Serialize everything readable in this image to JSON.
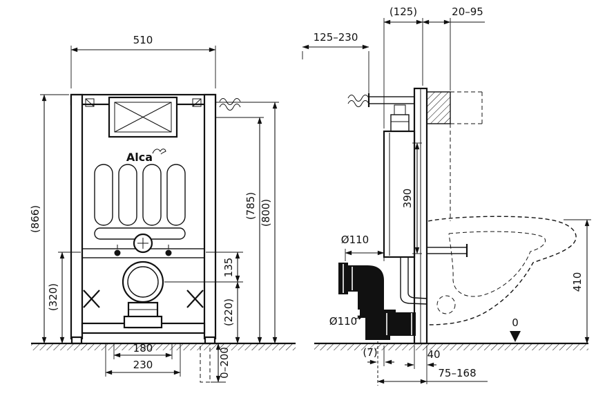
{
  "diagram": {
    "brand": "Alca",
    "front": {
      "width": "510",
      "total_height": "(866)",
      "lower_height": "(320)",
      "rail_to_drain": "135",
      "drain_height": "(220)",
      "inner_height": "(785)",
      "plate_height": "(800)",
      "bolt_spacing": "180",
      "anchor_spacing": "230",
      "foot_adjust": "0–200"
    },
    "side": {
      "wall_distance": "125–230",
      "frame_depth": "(125)",
      "finish_depth": "20–95",
      "pipe_height": "390",
      "inlet_dia": "Ø110",
      "outlet_dia": "Ø110",
      "offset_small": "(7)",
      "outlet_offset": "40",
      "outlet_depth": "75–168",
      "bowl_height": "410",
      "datum": "0"
    }
  }
}
